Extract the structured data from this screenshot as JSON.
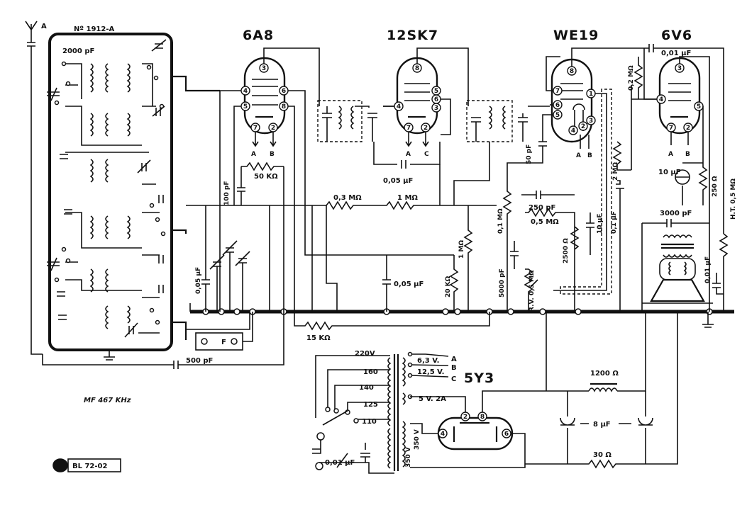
{
  "tubes": {
    "t1": {
      "name": "6A8",
      "pins": [
        "3",
        "4",
        "5",
        "6",
        "7",
        "2",
        "8"
      ]
    },
    "t2": {
      "name": "12SK7",
      "pins": [
        "8",
        "4",
        "5",
        "6",
        "7",
        "2",
        "3"
      ]
    },
    "t3": {
      "name": "WE19",
      "pins": [
        "8",
        "7",
        "6",
        "5",
        "4",
        "1",
        "2",
        "3"
      ]
    },
    "t4": {
      "name": "6V6",
      "pins": [
        "3",
        "4",
        "5",
        "7",
        "2"
      ]
    },
    "t5": {
      "name": "5Y3",
      "pins": [
        "2",
        "8",
        "4",
        "6"
      ]
    }
  },
  "labels": {
    "model": "Nº 1912-A",
    "antenna": "A",
    "c_2000pf": "2000 pF",
    "c_100pf": "100 pF",
    "r_50k": "50 KΩ",
    "c_005_a": "0,05 μF",
    "c_005_b": "0,05 μF",
    "c_005_c": "0,05 μF",
    "r_03m": "0,3 MΩ",
    "r_1m_a": "1 MΩ",
    "r_1m_b": "1 MΩ",
    "r_20k": "20 KΩ",
    "c_5000pf": "5000 pF",
    "r_01m": "0,1 MΩ",
    "c_50pf": "50 pF",
    "c_250pf": "250 pF",
    "r_05m": "0,5 MΩ",
    "r_2500": "2500 Ω",
    "c_10uf": "10 μF",
    "c_01uf": "0,1 μF",
    "r_2m": "2 MΩ",
    "r_rv": "R.V. 0,5 MΩ",
    "r_02m": "0,2 MΩ",
    "c_001uf": "0,01 μF",
    "c_10uf_b": "10 μF",
    "r_250": "250 Ω",
    "c_3000pf": "3000 pF",
    "r_ht": "H.T. 0,5 MΩ",
    "c_001uf_b": "0,01 μF",
    "r_15k": "15 KΩ",
    "c_500pf": "500 pF",
    "fuse": "F",
    "v220": "220V",
    "v160": "160",
    "v140": "140",
    "v125": "125",
    "v110": "110",
    "h63": "6,3 V.",
    "h125": "12,5 V.",
    "h5": "5 V. 2A",
    "hv350a": "350 V",
    "hv350b": "350 V",
    "tap_a": "A",
    "tap_b": "B",
    "tap_c": "C",
    "choke": "1200 Ω",
    "c_8uf": "8 μF",
    "r_30": "30 Ω",
    "c_001uf_c": "0,01 μF",
    "mf": "MF 467 KHz",
    "ref": "BL 72-02",
    "ab1_a": "A",
    "ab1_b": "B",
    "ab2_a": "A",
    "ab2_c": "C",
    "ab3_a": "A",
    "ab3_b": "B",
    "ab4_a": "A",
    "ab4_b": "B"
  }
}
